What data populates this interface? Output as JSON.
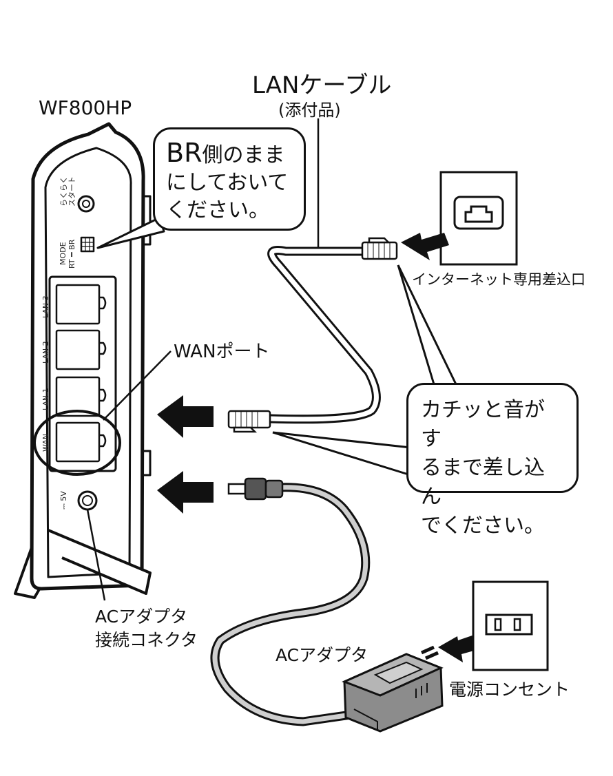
{
  "labels": {
    "device_model": "WF800HP",
    "lan_cable": "LANケーブル",
    "lan_cable_note": "(添付品)",
    "internet_port": "インターネット専用差込口",
    "wan_port": "WANポート",
    "ac_connector_line1": "ACアダプタ",
    "ac_connector_line2": "接続コネクタ",
    "ac_adapter": "ACアダプタ",
    "power_outlet": "電源コンセント"
  },
  "bubbles": {
    "mode_switch": {
      "lead": "BR",
      "line1_rest": "側のまま",
      "line2": "にしておいて",
      "line3": "ください。"
    },
    "click": {
      "line1": "カチッと音がす",
      "line2": "るまで差し込ん",
      "line3": "でください。"
    }
  },
  "router_markings": {
    "easy_start_line1": "らくらく",
    "easy_start_line2": "スタート",
    "mode": "MODE",
    "mode_switch": "RT ━ BR",
    "lan3": "LAN 3",
    "lan2": "LAN 2",
    "lan1": "LAN 1",
    "wan": "WAN",
    "power": "⎓ 5V"
  }
}
